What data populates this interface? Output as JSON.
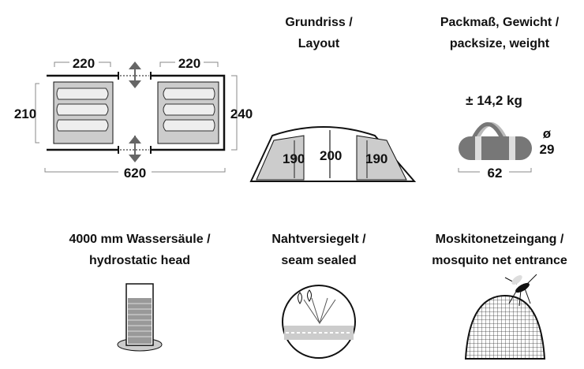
{
  "floorplan": {
    "left_room_width": "220",
    "right_room_width": "220",
    "left_depth": "210",
    "right_depth": "240",
    "total_length": "620"
  },
  "layout": {
    "heading_line1": "Grundriss /",
    "heading_line2": "Layout",
    "left_height": "190",
    "center_height": "200",
    "right_height": "190"
  },
  "packsize": {
    "heading_line1": "Packmaß, Gewicht /",
    "heading_line2": "packsize, weight",
    "weight": "± 14,2  kg",
    "diameter_symbol": "ø",
    "diameter": "29",
    "length": "62"
  },
  "hydrostatic": {
    "heading_line1": "4000 mm Wassersäule /",
    "heading_line2": "hydrostatic head"
  },
  "seam": {
    "heading_line1": "Nahtversiegelt /",
    "heading_line2": "seam sealed"
  },
  "mosquito": {
    "heading_line1": "Moskitonetzeingang /",
    "heading_line2": "mosquito net entrance"
  },
  "colors": {
    "gray_fill": "#c8c8c8",
    "dark_gray": "#707070",
    "line": "#111111"
  }
}
